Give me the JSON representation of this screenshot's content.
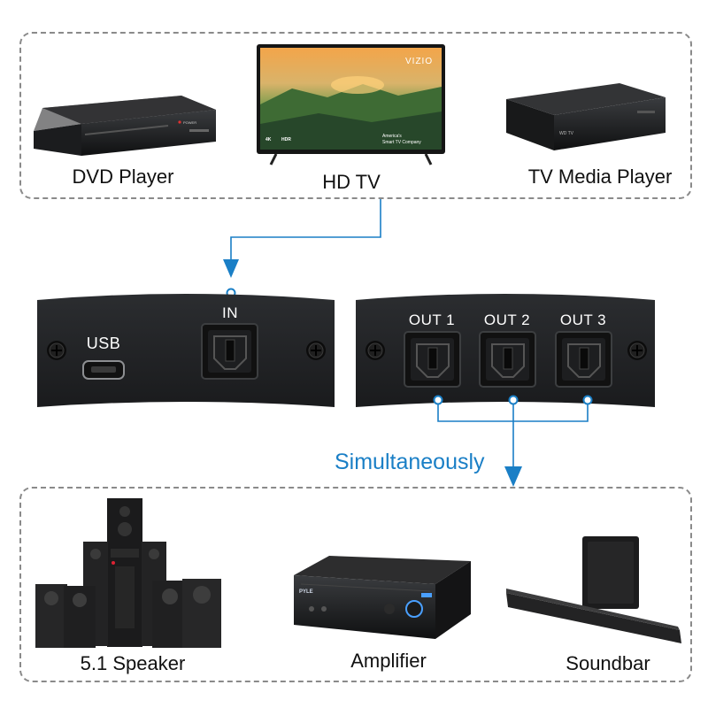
{
  "source_devices": {
    "dvd_player": "DVD Player",
    "hd_tv": "HD TV",
    "tv_media_player": "TV Media Player"
  },
  "tv_screen": {
    "brand": "VIZIO",
    "badge_4k": "4K",
    "badge_hdr": "HDR",
    "tagline_1": "America's",
    "tagline_2": "Smart TV Company"
  },
  "dvd_screen": {
    "power": "POWER"
  },
  "media_player_screen": {
    "brand": "WD TV"
  },
  "splitter": {
    "usb_label": "USB",
    "input_label": "IN",
    "outputs": [
      "OUT 1",
      "OUT 2",
      "OUT 3"
    ]
  },
  "simultaneously_label": "Simultaneously",
  "output_devices": {
    "speaker": "5.1 Speaker",
    "amplifier": "Amplifier",
    "soundbar": "Soundbar"
  },
  "amplifier_screen": {
    "brand": "PYLE"
  },
  "colors": {
    "accent_blue": "#1a7fc6",
    "panel": "#222426",
    "frame_dash": "#8a8a8a"
  }
}
